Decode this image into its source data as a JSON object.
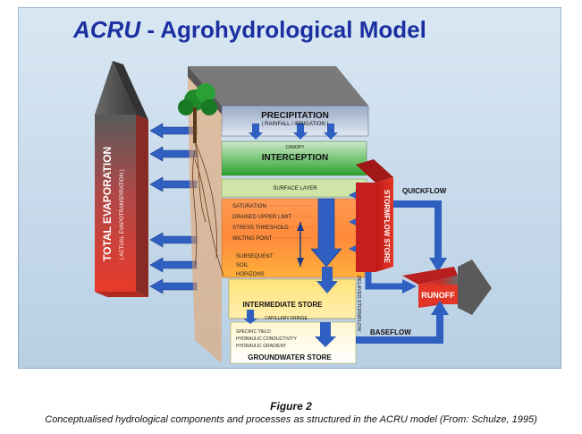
{
  "title": {
    "acronym": "ACRU",
    "rest": " - Agrohydrological Model"
  },
  "evaporation": {
    "label": "TOTAL EVAPORATION",
    "sublabel": "( ACTUAL EVAPOTRANSPIRATION )"
  },
  "layers": {
    "precipitation": "PRECIPITATION",
    "precipitation_sub": "( RAINFALL / IRRIGATION )",
    "canopy": "CANOPY",
    "interception": "INTERCEPTION",
    "surface_layer": "SURFACE LAYER",
    "saturation": "SATURATION",
    "drained_upper_limit": "DRAINED UPPER LIMIT",
    "stress_threshold": "STRESS THRESHOLD",
    "wilting_point": "WILTING POINT",
    "subsequent": "SUBSEQUENT",
    "soil": "SOIL",
    "horizons": "HORIZONS",
    "intermediate_store": "INTERMEDIATE STORE",
    "capillary_fringe": "CAPILLARY FRINGE",
    "specific_yield": "SPECIFIC YIELD",
    "hydraulic_conductivity": "HYDRAULIC CONDUCTIVITY",
    "hydraulic_gradient": "HYDRAULIC GRADIENT",
    "groundwater_store": "GROUNDWATER STORE"
  },
  "flows": {
    "stormflow_store": "STORMFLOW STORE",
    "quickflow": "QUICKFLOW",
    "delayed_stormflow": "DELAYED STORMFLOW",
    "runoff": "RUNOFF",
    "baseflow": "BASEFLOW"
  },
  "colors": {
    "background": "#c8ddee",
    "title_blue": "#1b2fa0",
    "arrow_blue": "#2f5fc0",
    "evap_red": "#e43626"
  },
  "caption": {
    "figure_label": "Figure 2",
    "text": "Conceptualised hydrological components and processes as structured in the ACRU model (From: Schulze, 1995)"
  }
}
